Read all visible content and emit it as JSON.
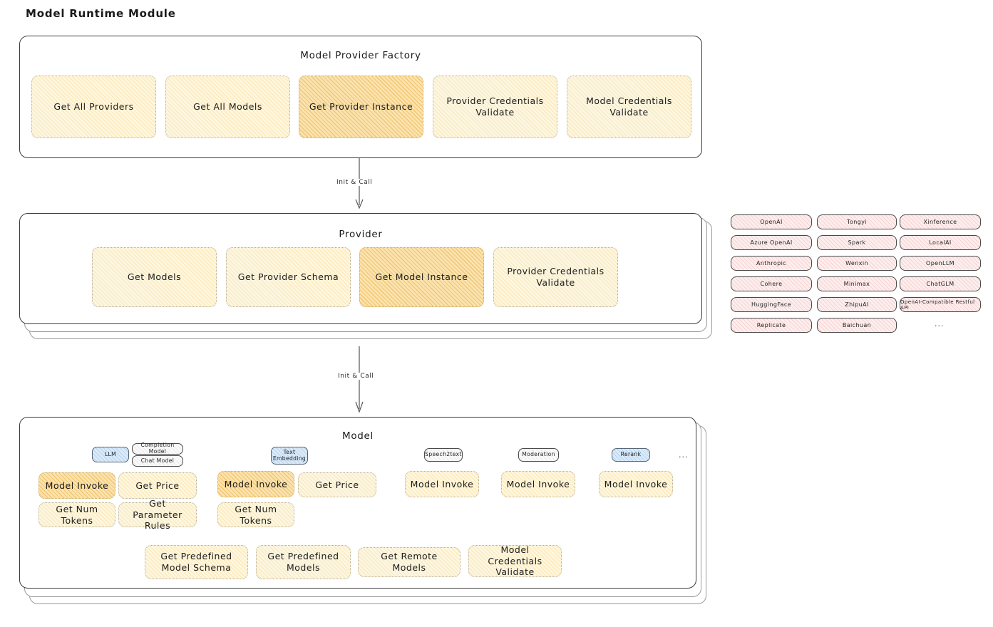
{
  "page": {
    "title": "Model Runtime Module"
  },
  "sections": {
    "factory": {
      "title": "Model Provider Factory",
      "boxes": [
        {
          "label": "Get All Providers",
          "highlight": false
        },
        {
          "label": "Get All Models",
          "highlight": false
        },
        {
          "label": "Get Provider Instance",
          "highlight": true
        },
        {
          "label": "Provider Credentials Validate",
          "highlight": false
        },
        {
          "label": "Model Credentials Validate",
          "highlight": false
        }
      ]
    },
    "provider": {
      "title": "Provider",
      "boxes": [
        {
          "label": "Get Models",
          "highlight": false
        },
        {
          "label": "Get Provider Schema",
          "highlight": false
        },
        {
          "label": "Get Model Instance",
          "highlight": true
        },
        {
          "label": "Provider Credentials Validate",
          "highlight": false
        }
      ]
    },
    "model": {
      "title": "Model",
      "types": [
        {
          "name": "LLM",
          "blue": true,
          "subtypes": [
            "Completion Model",
            "Chat Model"
          ]
        },
        {
          "name": "Text Embedding",
          "blue": true,
          "subtypes": []
        },
        {
          "name": "Speech2text",
          "blue": false,
          "subtypes": []
        },
        {
          "name": "Moderation",
          "blue": false,
          "subtypes": []
        },
        {
          "name": "Rerank",
          "blue": true,
          "subtypes": []
        }
      ],
      "more": "...",
      "columns": [
        {
          "boxes": [
            {
              "label": "Model Invoke",
              "highlight": true
            },
            {
              "label": "Get Price",
              "highlight": false
            },
            {
              "label": "Get Num Tokens",
              "highlight": false
            },
            {
              "label": "Get Parameter Rules",
              "highlight": false
            }
          ]
        },
        {
          "boxes": [
            {
              "label": "Model Invoke",
              "highlight": true
            },
            {
              "label": "Get Price",
              "highlight": false
            },
            {
              "label": "Get Num Tokens",
              "highlight": false
            }
          ]
        },
        {
          "boxes": [
            {
              "label": "Model Invoke",
              "highlight": false
            }
          ]
        },
        {
          "boxes": [
            {
              "label": "Model Invoke",
              "highlight": false
            }
          ]
        },
        {
          "boxes": [
            {
              "label": "Model Invoke",
              "highlight": false
            }
          ]
        }
      ],
      "common": [
        {
          "label": "Get Predefined Model Schema"
        },
        {
          "label": "Get Predefined Models"
        },
        {
          "label": "Get Remote Models"
        },
        {
          "label": "Model Credentials Validate"
        }
      ]
    }
  },
  "arrows": [
    {
      "label": "Init & Call"
    },
    {
      "label": "Init & Call"
    }
  ],
  "provider_list": {
    "columns": [
      [
        "OpenAI",
        "Azure OpenAI",
        "Anthropic",
        "Cohere",
        "HuggingFace",
        "Replicate"
      ],
      [
        "Tongyi",
        "Spark",
        "Wenxin",
        "Minimax",
        "ZhipuAI",
        "Baichuan"
      ],
      [
        "Xinference",
        "LocalAI",
        "OpenLLM",
        "ChatGLM",
        "OpenAI-Compatible Restful API"
      ]
    ],
    "more": "..."
  },
  "colors": {
    "amber_fill": "#fdf6e0",
    "amber_highlight": "#fbe3b0",
    "pink_fill": "#fdeeee",
    "blue_fill": "#dbeaf8",
    "stroke": "#3b3b3b"
  }
}
